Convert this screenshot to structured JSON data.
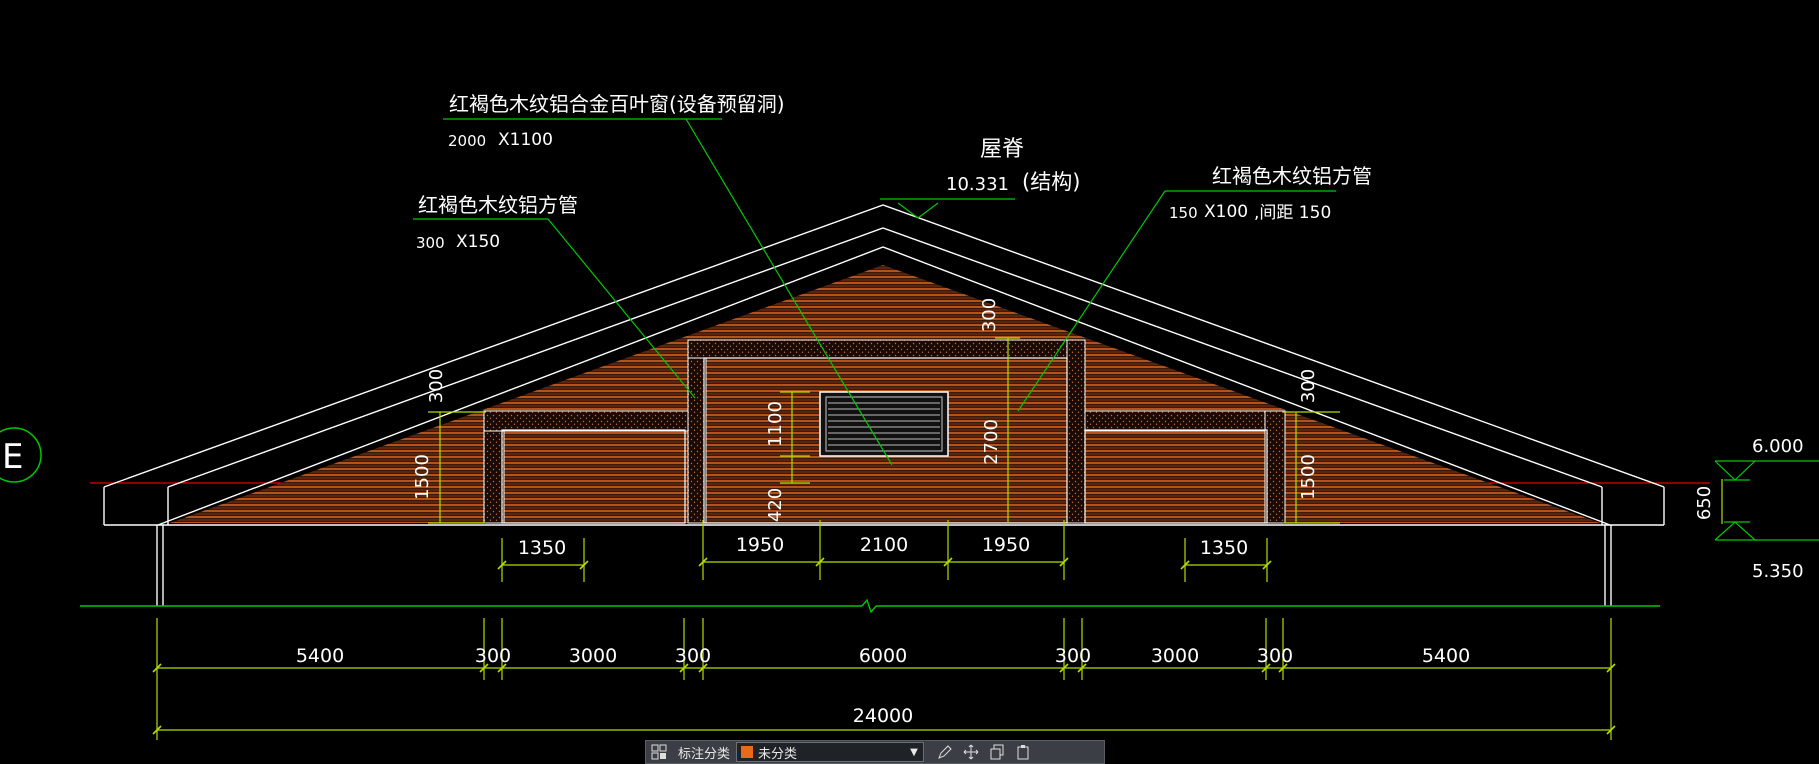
{
  "drawing": {
    "axis_marker": "E",
    "ridge": {
      "title": "屋脊",
      "elevation": "10.331",
      "note": "(结构)"
    },
    "labels": {
      "louver": {
        "text": "红褐色木纹铝合金百叶窗(设备预留洞)",
        "size_w": "2000",
        "size_x": "X1100"
      },
      "tube_left": {
        "text": "红褐色木纹铝方管",
        "size_w": "300",
        "size_x": "X150"
      },
      "tube_right": {
        "text": "红褐色木纹铝方管",
        "size_w": "150",
        "size_x": "X100",
        "spacing": ",间距 150"
      }
    },
    "inner_dims": {
      "d300_left": "300",
      "d300_top": "300",
      "d300_right": "300",
      "d1500_left": "1500",
      "d1500_right": "1500",
      "d1100": "1100",
      "d420": "420",
      "d2700": "2700",
      "d650": "650"
    },
    "elevations": {
      "top": "6.000",
      "bottom": "5.350"
    },
    "opening_dims": {
      "left": "1350",
      "c1": "1950",
      "c2": "2100",
      "c3": "1950",
      "right": "1350"
    },
    "segment_dims": [
      "5400",
      "300",
      "3000",
      "300",
      "6000",
      "300",
      "3000",
      "300",
      "5400"
    ],
    "total_dim": "24000"
  },
  "toolbar": {
    "layers_icon": "layers-icon",
    "label": "标注分类",
    "select_value": "未分类",
    "select_color": "#e86a1a",
    "tools": [
      "edit-icon",
      "move-icon",
      "copy-icon",
      "paste-icon"
    ]
  },
  "colors": {
    "outline": "#ffffff",
    "leader": "#00c800",
    "dim": "#b4dc00",
    "wood": "#c8581e",
    "ref_line": "#e00000"
  }
}
